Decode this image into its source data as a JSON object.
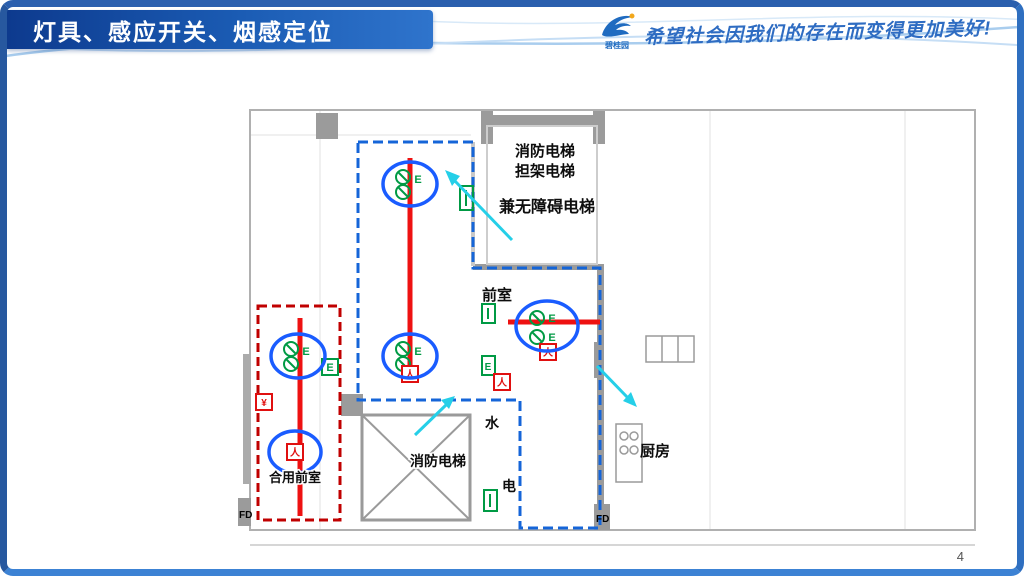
{
  "header": {
    "title": "灯具、感应开关、烟感定位"
  },
  "brand": {
    "logo_text": "碧桂园",
    "slogan": "希望社会因我们的存在而变得更加美好!"
  },
  "footer": {
    "page_number": "4"
  },
  "plan": {
    "labels": {
      "fire_elevator_top": "消防电梯",
      "stretcher_elevator": "担架电梯",
      "barrier_free_elevator": "兼无障碍电梯",
      "front_room": "前室",
      "fire_elevator_shaft": "消防电梯",
      "water": "水",
      "electric": "电",
      "kitchen": "厨房",
      "shared_front_room": "合用前室",
      "fd_left": "FD",
      "fd_right": "FD",
      "symbol_e": "E",
      "person_glyph": "人",
      "yen_glyph": "¥"
    },
    "colors": {
      "highlight_circle_blue": "#1a5cff",
      "wire_red": "#ee1111",
      "zone_red_dash": "#c00000",
      "zone_blue_dash": "#1565d8",
      "fixture_green": "#009a44",
      "arrow_cyan": "#25cfe8",
      "wall_gray": "#9b9b9b"
    }
  }
}
